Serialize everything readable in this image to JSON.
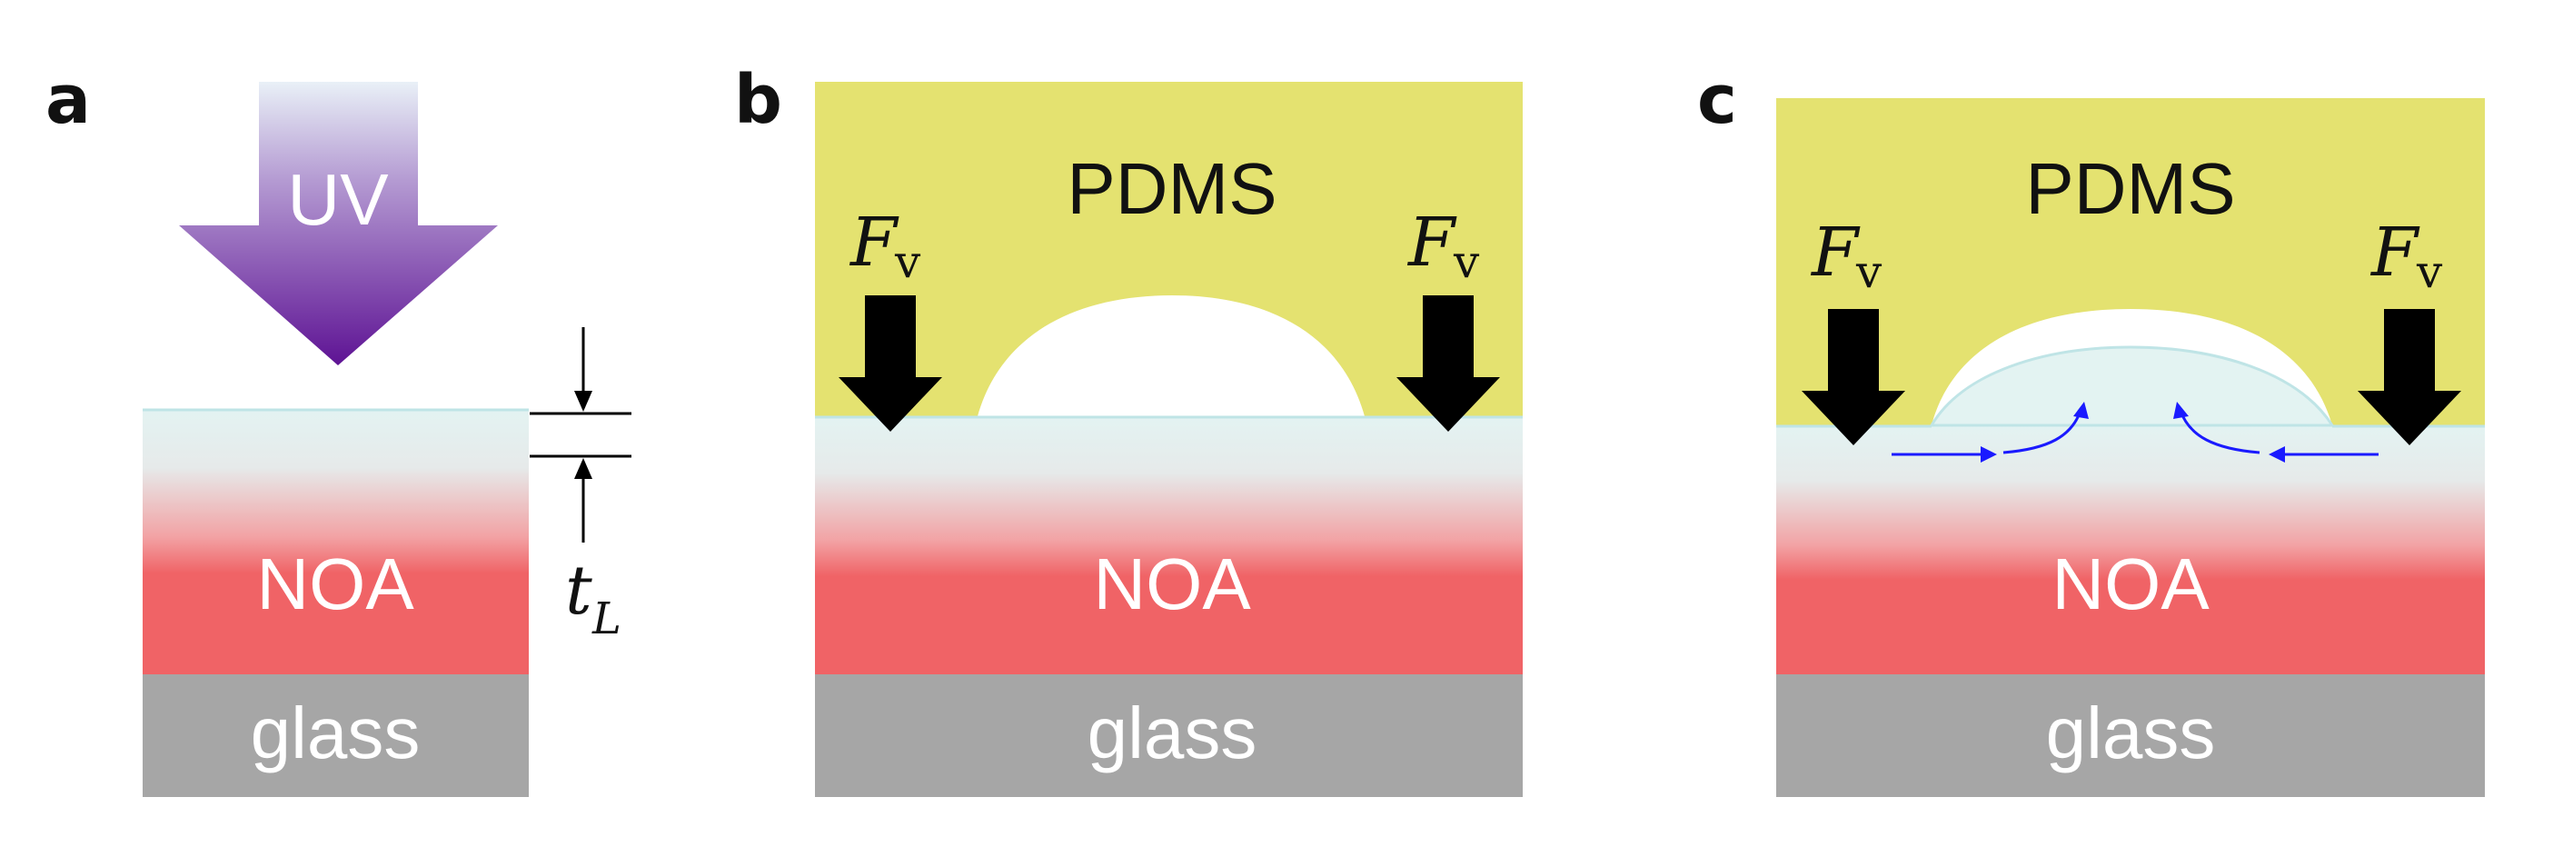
{
  "panels": {
    "a": {
      "letter": "a",
      "arrow_label": "UV",
      "noa_label": "NOA",
      "glass_label": "glass",
      "thickness_symbol": "t",
      "thickness_subscript": "L"
    },
    "b": {
      "letter": "b",
      "pdms_label": "PDMS",
      "noa_label": "NOA",
      "glass_label": "glass",
      "force_left_symbol": "F",
      "force_left_subscript": "v",
      "force_right_symbol": "F",
      "force_right_subscript": "v"
    },
    "c": {
      "letter": "c",
      "pdms_label": "PDMS",
      "noa_label": "NOA",
      "glass_label": "glass",
      "force_left_symbol": "F",
      "force_left_subscript": "v",
      "force_right_symbol": "F",
      "force_right_subscript": "v"
    }
  },
  "colors": {
    "pdms": "#e4e270",
    "noa": "#f06366",
    "noa_liquid": "#e3f3f2",
    "glass": "#a6a6a6",
    "uv_top": "#e6eef6",
    "uv_bottom": "#6a1f9e",
    "force_arrow": "#000000",
    "flow_arrow": "#1a1aff"
  }
}
